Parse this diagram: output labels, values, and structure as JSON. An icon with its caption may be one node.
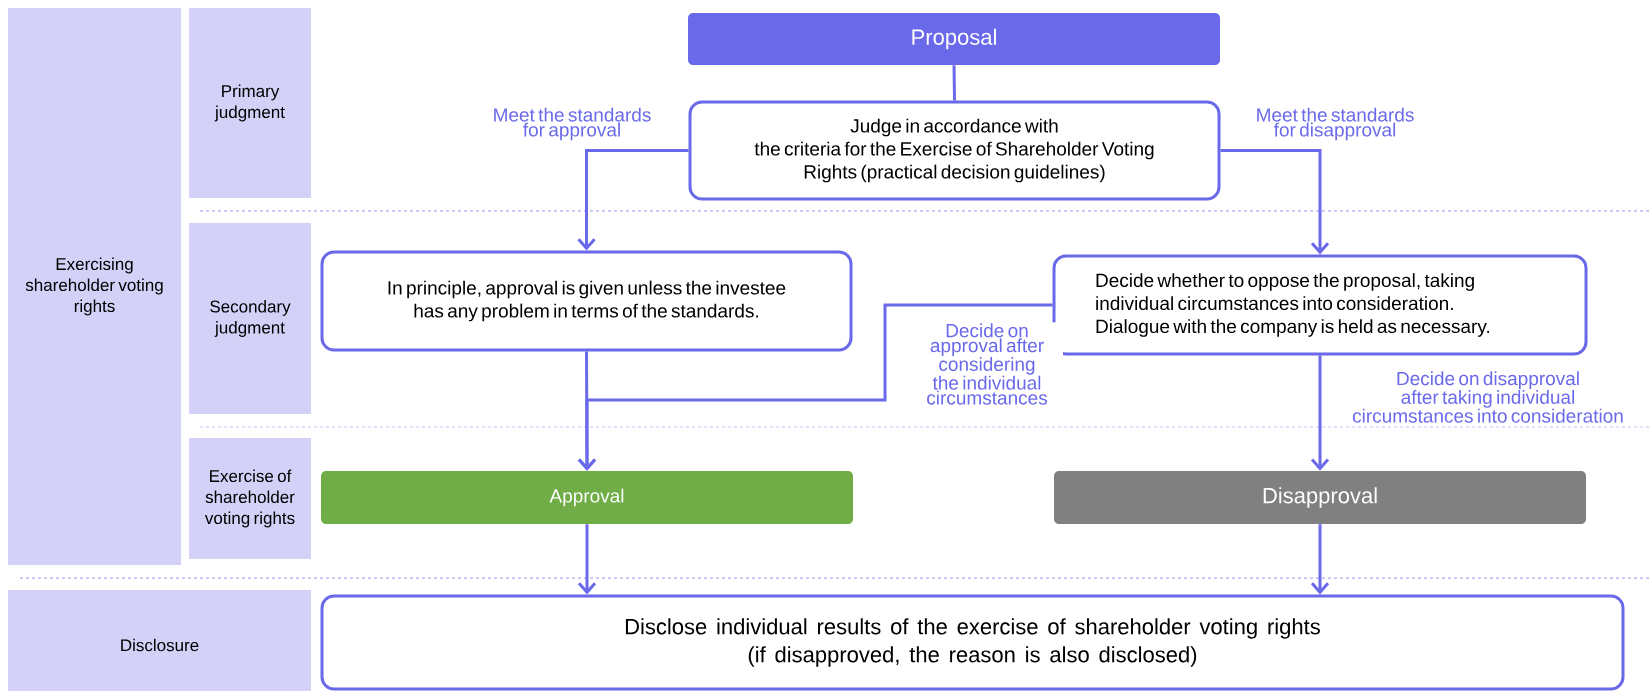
{
  "diagram": {
    "nodes": [
      {
        "text": [
          "Exercising shareholder voting rights"
        ]
      },
      {
        "text": [
          "Primary judgment"
        ]
      },
      {
        "text": [
          "Secondary judgment"
        ]
      },
      {
        "text": [
          "Exercise of shareholder voting rights"
        ]
      },
      {
        "text": [
          "Disclosure"
        ]
      },
      {
        "text": [
          "Proposal"
        ]
      },
      {
        "text": [
          "Judge in accordance with",
          "the criteria for the Exercise of Shareholder Voting Rights (practical decision guidelines)"
        ]
      },
      {
        "text": [
          "In principle, approval is given unless the investee has any problem in terms of the standards."
        ]
      },
      {
        "text": [
          "Decide whether to oppose the proposal, taking individual circumstances into consideration.",
          "Dialogue with the company is held as necessary."
        ]
      },
      {
        "text": [
          "Approval"
        ]
      },
      {
        "text": [
          "Disapproval"
        ]
      },
      {
        "text": [
          "Disclose individual results of the exercise of shareholder voting rights",
          "(if disapproved, the reason is also disclosed)"
        ]
      }
    ],
    "edges": [
      {
        "from": 5,
        "to": 6,
        "arrow": "none"
      },
      {
        "from": 6,
        "to": 7,
        "arrow": "to",
        "label": "Meet the standards for approval"
      },
      {
        "from": 6,
        "to": 8,
        "arrow": "to",
        "label": "Meet the standards for disapproval"
      },
      {
        "from": 7,
        "to": 9,
        "arrow": "to"
      },
      {
        "from": 8,
        "to": 9,
        "arrow": "to",
        "label": "Decide on approval after considering the individual circumstances"
      },
      {
        "from": 8,
        "to": 10,
        "arrow": "to",
        "label": "Decide on disapproval after taking individual circumstances into consideration"
      },
      {
        "from": 9,
        "to": 11,
        "arrow": "to"
      },
      {
        "from": 10,
        "to": 11,
        "arrow": "to"
      }
    ]
  }
}
